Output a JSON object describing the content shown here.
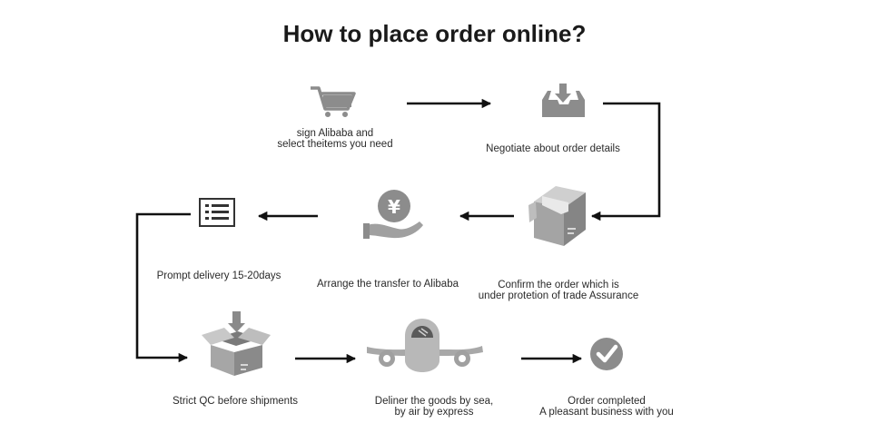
{
  "title": "How to place order online?",
  "steps": [
    {
      "icon": "shopping-cart-icon",
      "lines": [
        "sign Alibaba and",
        "select theitems you need"
      ]
    },
    {
      "icon": "inbox-download-icon",
      "lines": [
        "Negotiate about order details"
      ]
    },
    {
      "icon": "parcel-box-icon",
      "lines": [
        "Confirm the order which is",
        "under protetion of trade Assurance"
      ]
    },
    {
      "icon": "yen-coin-hand-icon",
      "lines": [
        "Arrange the transfer to Alibaba"
      ]
    },
    {
      "icon": "checklist-icon",
      "lines": [
        "Prompt delivery 15-20days"
      ]
    },
    {
      "icon": "open-box-icon",
      "lines": [
        "Strict QC before shipments"
      ]
    },
    {
      "icon": "airplane-icon",
      "lines": [
        "Deliner the goods by sea,",
        "by air by express"
      ]
    },
    {
      "icon": "check-circle-icon",
      "lines": [
        "Order completed",
        "A pleasant business with you"
      ]
    }
  ]
}
